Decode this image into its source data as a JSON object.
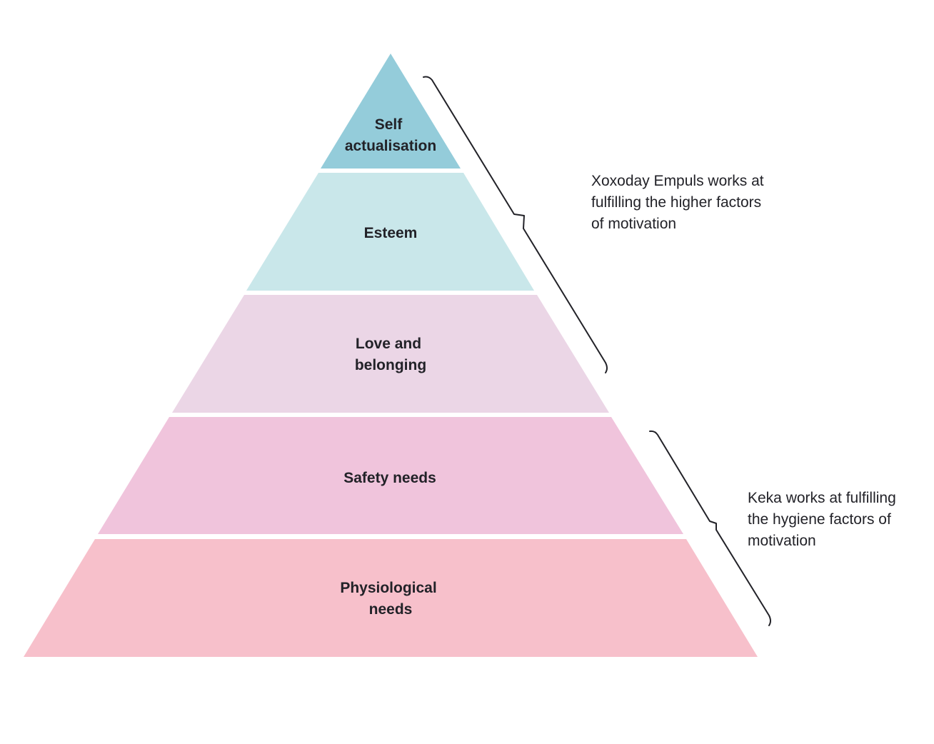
{
  "pyramid": {
    "tiers": [
      {
        "lines": [
          "Self",
          "actualisation"
        ],
        "color": "#94ccda"
      },
      {
        "lines": [
          "Esteem"
        ],
        "color": "#c9e7ea"
      },
      {
        "lines": [
          "Love and",
          "belonging"
        ],
        "color": "#ebd6e6"
      },
      {
        "lines": [
          "Safety needs"
        ],
        "color": "#f0c4dc"
      },
      {
        "lines": [
          "Physiological",
          "needs"
        ],
        "color": "#f7c0cb"
      }
    ]
  },
  "annotations": [
    {
      "lines": [
        "Xoxoday Empuls works at",
        "fulfilling the higher factors",
        "of motivation"
      ]
    },
    {
      "lines": [
        "Keka works at fulfilling",
        "the hygiene factors of",
        "motivation"
      ]
    }
  ]
}
